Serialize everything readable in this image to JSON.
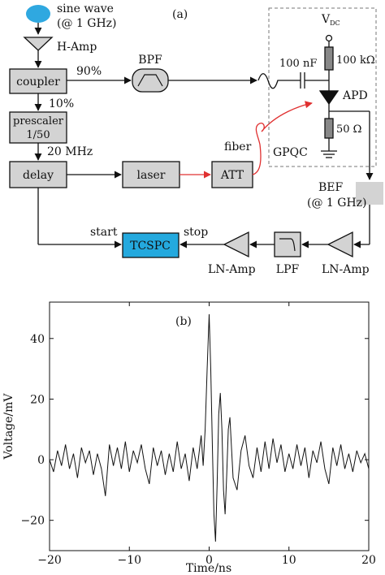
{
  "diagram": {
    "panel_label": "(a)",
    "source": {
      "line1": "sine wave",
      "line2": "(@ 1 GHz)"
    },
    "blocks": {
      "h_amp": "H-Amp",
      "coupler": "coupler",
      "bpf": "BPF",
      "prescaler_line1": "prescaler",
      "prescaler_line2": "1/50",
      "delay": "delay",
      "laser": "laser",
      "att": "ATT",
      "tcspc": "TCSPC",
      "lpf": "LPF",
      "ln_amp_left": "LN-Amp",
      "ln_amp_right": "LN-Amp",
      "bef_line1": "BEF",
      "bef_line2": "(@ 1 GHz)"
    },
    "labels": {
      "pct_90": "90%",
      "pct_10": "10%",
      "freq_20": "20 MHz",
      "fiber": "fiber",
      "start": "start",
      "stop": "stop"
    },
    "circuit": {
      "vdc_main": "V",
      "vdc_sub": "DC",
      "cap": "100 nF",
      "res_top": "100 kΩ",
      "apd": "APD",
      "res_bottom": "50 Ω",
      "gpqc": "GPQC"
    },
    "colors": {
      "source_fill": "#2fa8e0",
      "block_fill": "#d3d3d3",
      "tcspc_fill": "#24a9de",
      "fiber_line": "#e03030",
      "line": "#111111"
    }
  },
  "chart_data": {
    "type": "line",
    "panel_label": "(b)",
    "xlabel": "Time/ns",
    "ylabel": "Voltage/mV",
    "xlim": [
      -20,
      20
    ],
    "ylim": [
      -30,
      52
    ],
    "xticks": [
      -20,
      -10,
      0,
      10,
      20
    ],
    "yticks": [
      -20,
      0,
      20,
      40
    ],
    "xtick_labels": [
      "−20",
      "−10",
      "0",
      "10",
      "20"
    ],
    "ytick_labels": [
      "−20",
      "0",
      "20",
      "40"
    ],
    "grid": false,
    "series": [
      {
        "color": "#111111",
        "x": [
          -20,
          -19.5,
          -19,
          -18.5,
          -18,
          -17.5,
          -17,
          -16.5,
          -16,
          -15.5,
          -15,
          -14.5,
          -14,
          -13.5,
          -13,
          -12.5,
          -12,
          -11.5,
          -11,
          -10.5,
          -10,
          -9.5,
          -9,
          -8.5,
          -8,
          -7.5,
          -7,
          -6.5,
          -6,
          -5.5,
          -5,
          -4.5,
          -4,
          -3.5,
          -3,
          -2.5,
          -2,
          -1.5,
          -1,
          -0.75,
          -0.5,
          -0.25,
          0,
          0.2,
          0.4,
          0.6,
          0.8,
          1,
          1.2,
          1.4,
          1.6,
          1.8,
          2,
          2.2,
          2.4,
          2.6,
          2.8,
          3,
          3.5,
          4,
          4.5,
          5,
          5.5,
          6,
          6.5,
          7,
          7.5,
          8,
          8.5,
          9,
          9.5,
          10,
          10.5,
          11,
          11.5,
          12,
          12.5,
          13,
          13.5,
          14,
          14.5,
          15,
          15.5,
          16,
          16.5,
          17,
          17.5,
          18,
          18.5,
          19,
          19.5,
          20
        ],
        "y": [
          0,
          -4,
          3,
          -2,
          5,
          -3,
          2,
          -6,
          4,
          -1,
          3,
          -5,
          2,
          -3,
          -12,
          5,
          -2,
          4,
          -3,
          6,
          -4,
          3,
          -1,
          5,
          -3,
          -8,
          4,
          -2,
          3,
          -5,
          2,
          -4,
          6,
          -3,
          2,
          -7,
          4,
          -3,
          8,
          -2,
          10,
          30,
          48,
          30,
          5,
          -18,
          -27,
          -8,
          15,
          22,
          10,
          -10,
          -18,
          -5,
          10,
          14,
          4,
          -6,
          -10,
          3,
          8,
          -2,
          -6,
          4,
          -4,
          6,
          -3,
          7,
          -1,
          5,
          -4,
          2,
          -3,
          5,
          -2,
          4,
          -6,
          3,
          -1,
          6,
          -3,
          -8,
          4,
          -2,
          5,
          -3,
          2,
          -4,
          3,
          -1,
          2,
          -3
        ]
      }
    ]
  }
}
